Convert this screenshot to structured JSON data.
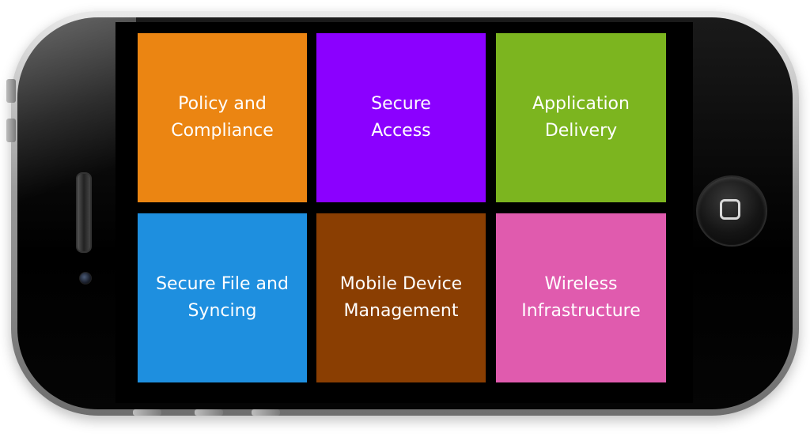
{
  "tiles": [
    {
      "line1": "Policy and",
      "line2": "Compliance",
      "color": "#EB8512"
    },
    {
      "line1": "Secure",
      "line2": "Access",
      "color": "#8B00FF"
    },
    {
      "line1": "Application",
      "line2": "Delivery",
      "color": "#7CB51F"
    },
    {
      "line1": "Secure File and",
      "line2": "Syncing",
      "color": "#1E8FDF"
    },
    {
      "line1": "Mobile Device",
      "line2": "Management",
      "color": "#8A3E02"
    },
    {
      "line1": "Wireless",
      "line2": "Infrastructure",
      "color": "#E05BAE"
    }
  ],
  "icons": {
    "home": "home-button-square-icon",
    "speaker": "speaker-grille-icon",
    "camera": "front-camera-icon"
  }
}
